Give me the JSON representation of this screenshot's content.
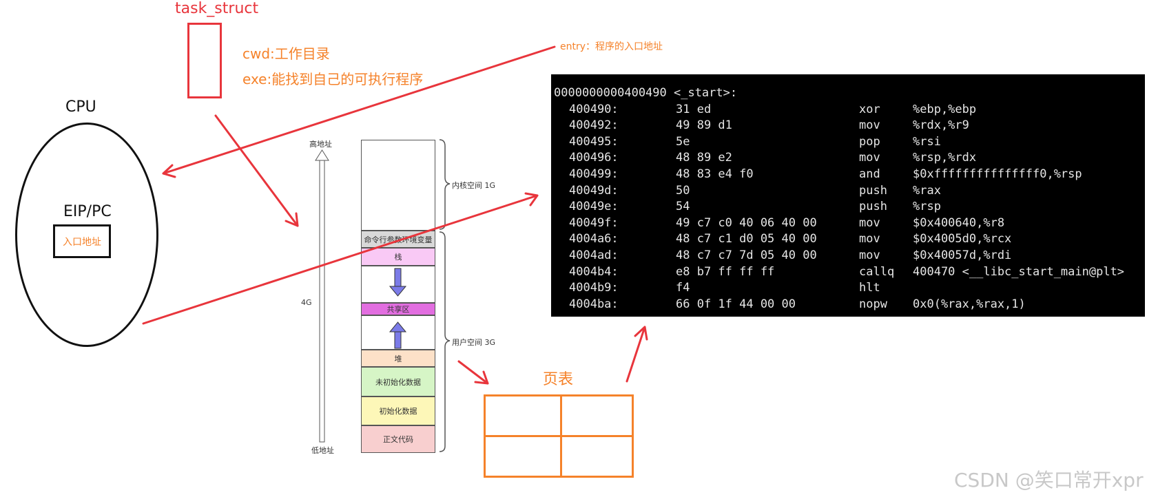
{
  "task_struct": {
    "title": "task_struct",
    "cwd": "cwd:工作目录",
    "exe": "exe:能找到自己的可执行程序"
  },
  "entry_note": "entry：程序的入口地址",
  "cpu": {
    "title": "CPU",
    "register": "EIP/PC",
    "register_value": "入口地址"
  },
  "memory": {
    "high_label": "高地址",
    "low_label": "低地址",
    "size_label": "4G",
    "kernel_label": "内核空间 1G",
    "user_label": "用户空间 3G",
    "regions": {
      "env": "命令行参数环境变量",
      "stack": "栈",
      "shared": "共享区",
      "heap": "堆",
      "bss": "未初始化数据",
      "data": "初始化数据",
      "text": "正文代码"
    }
  },
  "page_table": {
    "title": "页表"
  },
  "disassembly": {
    "header": "0000000000400490 <_start>:",
    "lines": [
      {
        "addr": "400490:",
        "bytes": "31 ed",
        "mnemonic": "xor",
        "operands": "%ebp,%ebp"
      },
      {
        "addr": "400492:",
        "bytes": "49 89 d1",
        "mnemonic": "mov",
        "operands": "%rdx,%r9"
      },
      {
        "addr": "400495:",
        "bytes": "5e",
        "mnemonic": "pop",
        "operands": "%rsi"
      },
      {
        "addr": "400496:",
        "bytes": "48 89 e2",
        "mnemonic": "mov",
        "operands": "%rsp,%rdx"
      },
      {
        "addr": "400499:",
        "bytes": "48 83 e4 f0",
        "mnemonic": "and",
        "operands": "$0xfffffffffffffff0,%rsp"
      },
      {
        "addr": "40049d:",
        "bytes": "50",
        "mnemonic": "push",
        "operands": "%rax"
      },
      {
        "addr": "40049e:",
        "bytes": "54",
        "mnemonic": "push",
        "operands": "%rsp"
      },
      {
        "addr": "40049f:",
        "bytes": "49 c7 c0 40 06 40 00",
        "mnemonic": "mov",
        "operands": "$0x400640,%r8"
      },
      {
        "addr": "4004a6:",
        "bytes": "48 c7 c1 d0 05 40 00",
        "mnemonic": "mov",
        "operands": "$0x4005d0,%rcx"
      },
      {
        "addr": "4004ad:",
        "bytes": "48 c7 c7 7d 05 40 00",
        "mnemonic": "mov",
        "operands": "$0x40057d,%rdi"
      },
      {
        "addr": "4004b4:",
        "bytes": "e8 b7 ff ff ff",
        "mnemonic": "callq",
        "operands": "400470 <__libc_start_main@plt>"
      },
      {
        "addr": "4004b9:",
        "bytes": "f4",
        "mnemonic": "hlt",
        "operands": ""
      },
      {
        "addr": "4004ba:",
        "bytes": "66 0f 1f 44 00 00",
        "mnemonic": "nopw",
        "operands": "0x0(%rax,%rax,1)"
      }
    ]
  },
  "watermark": "CSDN @笑口常开xpr",
  "colors": {
    "red": "#e8353c",
    "orange": "#f5822a",
    "stack_fill": "#f9c9f5",
    "shared_fill": "#e26ee0",
    "heap_fill": "#fde1c8",
    "bss_fill": "#d6f5c6",
    "data_fill": "#fdf7b8",
    "text_fill": "#f8cfcf",
    "env_fill": "#d9d9d9",
    "arrow_fill": "#7b7be8"
  }
}
